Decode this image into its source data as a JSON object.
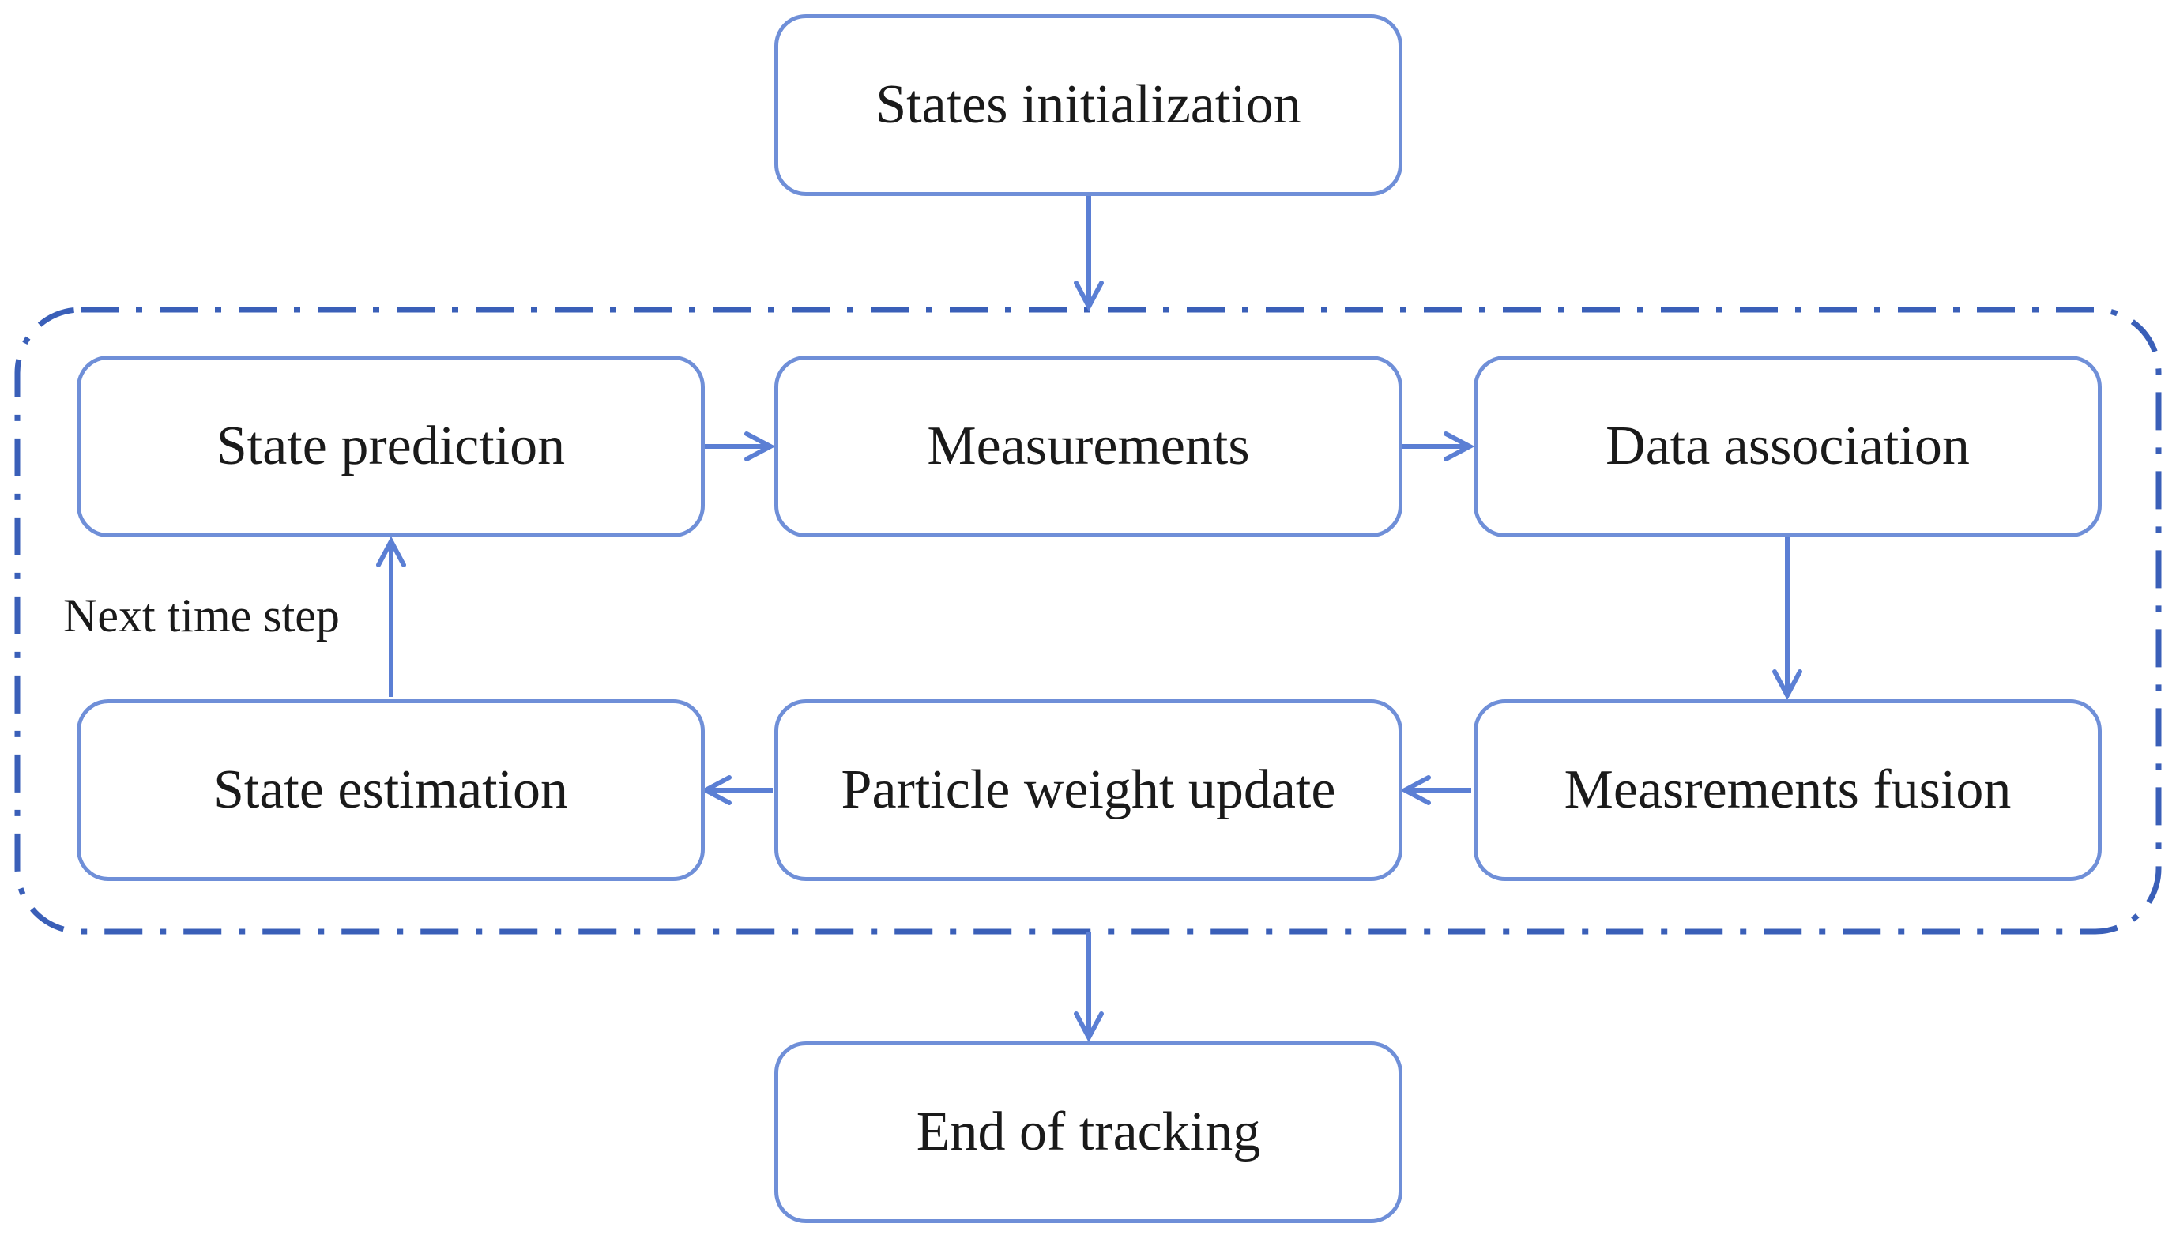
{
  "diagram": {
    "colors": {
      "box_border": "#6f8fd8",
      "arrow": "#5b7fd4",
      "loop_boundary": "#3a5fb8",
      "text": "#1a1a1a"
    },
    "nodes": {
      "init": "States initialization",
      "predict": "State prediction",
      "measure": "Measurements",
      "assoc": "Data association",
      "fusion": "Measrements fusion",
      "weight": "Particle weight update",
      "estimate": "State estimation",
      "end": "End of tracking"
    },
    "loop_label": "Next time step"
  }
}
